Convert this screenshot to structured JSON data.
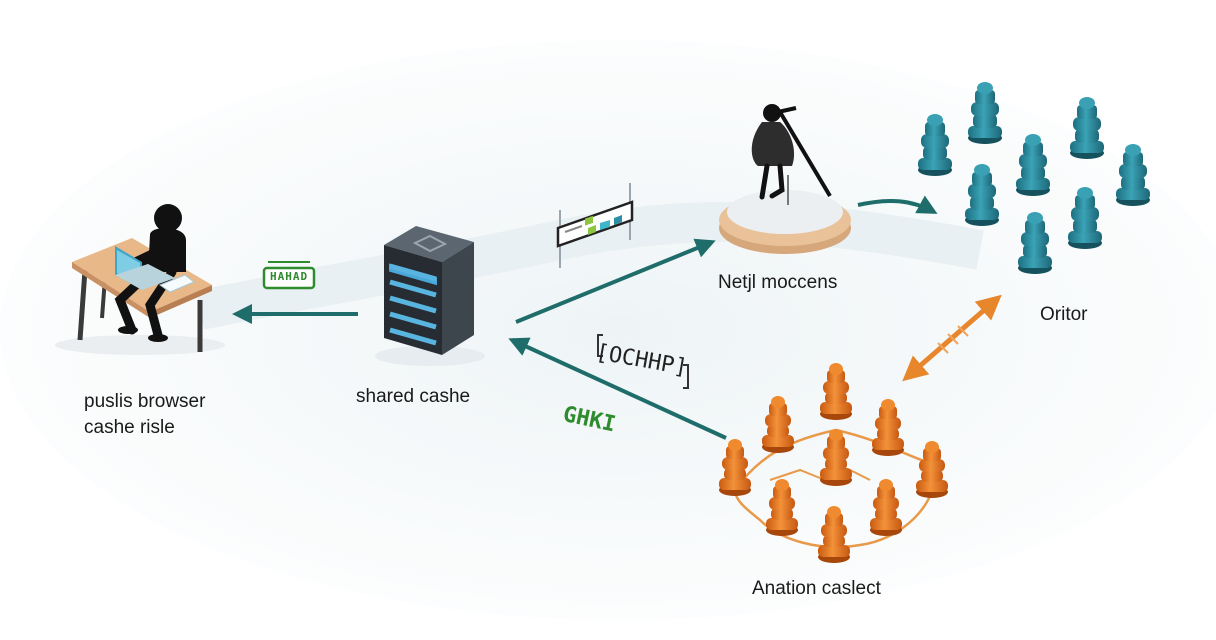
{
  "nodes": {
    "browser": {
      "label_line1": "puslis browser",
      "label_line2": "cashe risle"
    },
    "shared_cache": {
      "label": "shared cashe"
    },
    "network": {
      "label": "Netjl moccens"
    },
    "origin": {
      "label": "Oritor"
    },
    "cluster": {
      "label": "Anation caslect"
    }
  },
  "tags": {
    "green_badge": "HAHAD",
    "header_bracket": "[OCHHP]",
    "green_label": "GHKI"
  },
  "colors": {
    "arrow_teal": "#1f6d6a",
    "arrow_orange": "#e8862c",
    "origin_teal": "#2f8ea0",
    "cluster_orange": "#e8751e",
    "badge_green": "#2e8b2e"
  }
}
